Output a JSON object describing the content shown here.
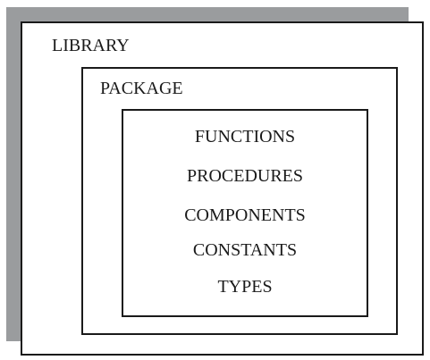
{
  "library": {
    "label": "LIBRARY"
  },
  "package": {
    "label": "PACKAGE"
  },
  "contents": {
    "items": [
      "FUNCTIONS",
      "PROCEDURES",
      "COMPONENTS",
      "CONSTANTS",
      "TYPES"
    ]
  },
  "colors": {
    "border": "#1a1a1a",
    "shadow": "#9a9c9e",
    "background": "#ffffff"
  }
}
